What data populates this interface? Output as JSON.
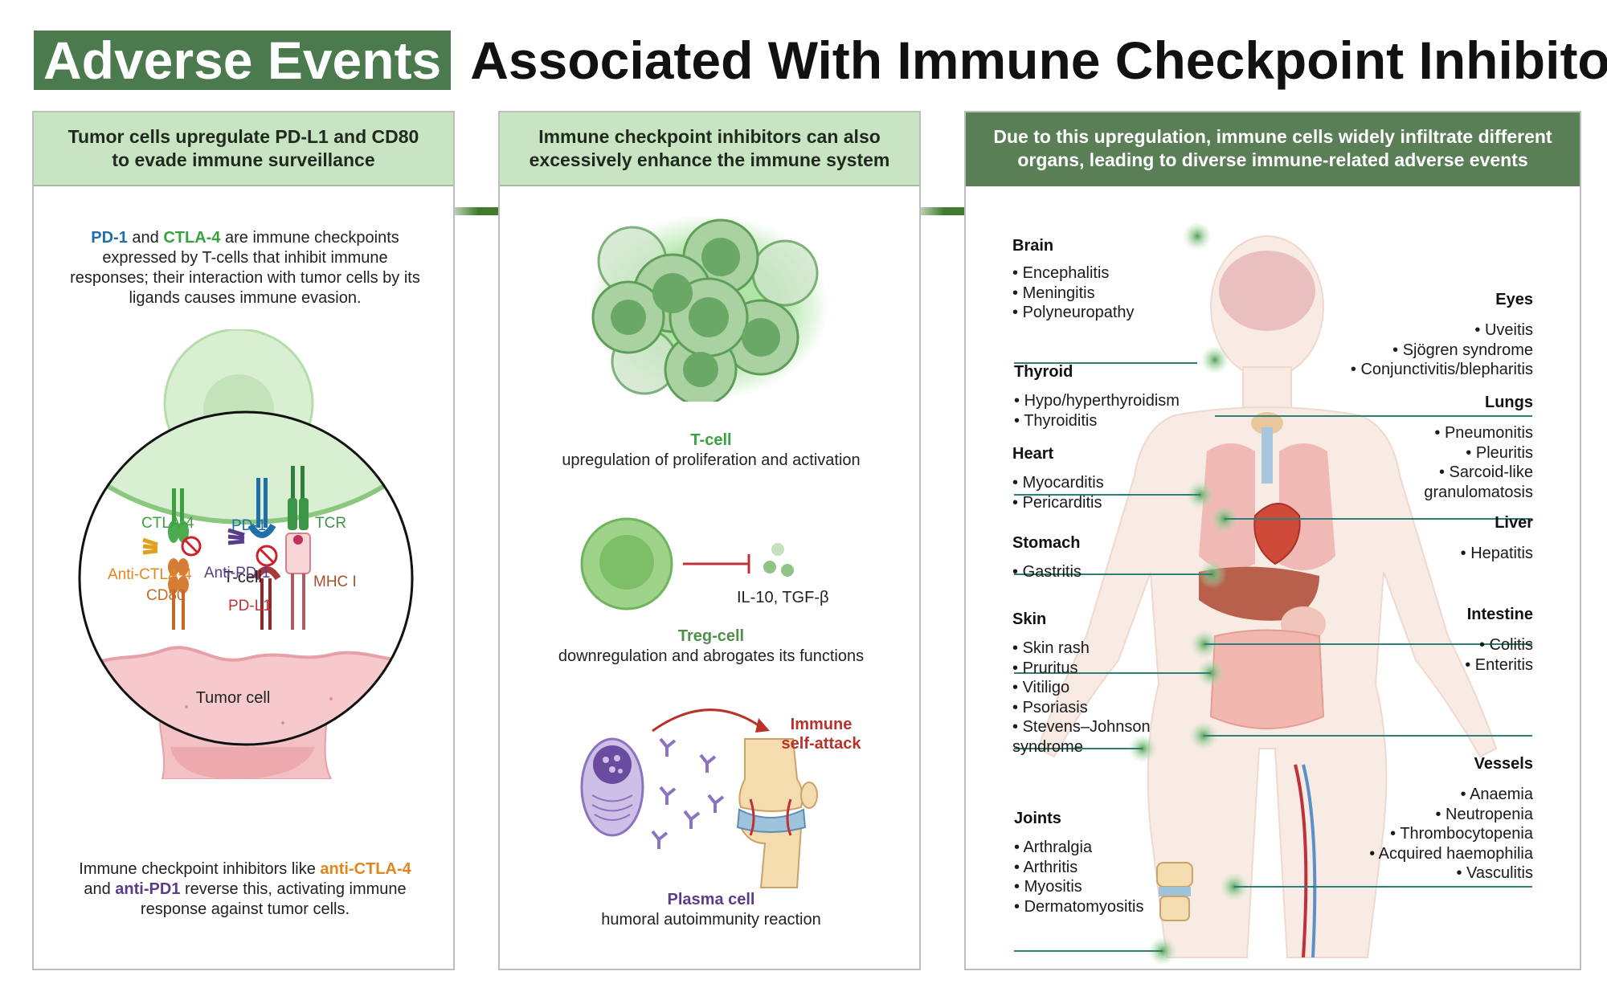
{
  "title": {
    "highlight": "Adverse Events",
    "rest": "Associated With Immune Checkpoint Inhibitors"
  },
  "colors": {
    "title_bg": "#4a7a4e",
    "header_light": "#c9e4c2",
    "header_dark": "#5a7f56",
    "arrow": "#3f7a2e",
    "pd1": "#1f6fa8",
    "ctla4": "#3aa040",
    "anti": "#e0861c",
    "antipd1": "#5a3d8a",
    "immune_attack": "#b8322a"
  },
  "panel1": {
    "header": "Tumor cells upregulate PD-L1 and CD80\nto evade immune surveillance",
    "intro": {
      "pd1": "PD-1",
      "and": " and ",
      "ctla4": "CTLA-4",
      "rest": " are immune checkpoints expressed by T-cells that inhibit immune responses; their interaction with tumor cells by its ligands causes immune evasion."
    },
    "labels": {
      "tcell": "T-cell",
      "ctla4": "CTLA-4",
      "pd1": "PD-1",
      "tcr": "TCR",
      "anti_ctla4": "Anti-CTLA-4",
      "anti_pd1": "Anti-PD-1",
      "mhc": "MHC I",
      "cd80": "CD80",
      "pdl1": "PD-L1",
      "tumor": "Tumor cell"
    },
    "outro": {
      "a": "Immune checkpoint inhibitors like ",
      "anti_ctla4": "anti-CTLA-4",
      "b": " and ",
      "anti_pd1": "anti-PD1",
      "c": " reverse this, activating immune response against tumor cells."
    }
  },
  "panel2": {
    "header": "Immune checkpoint inhibitors can also\nexcessively enhance the immune system",
    "tcell_title": "T-cell",
    "tcell_desc": "upregulation of proliferation and activation",
    "cytokines": "IL-10, TGF-β",
    "treg_title": "Treg-cell",
    "treg_desc": "downregulation and abrogates its functions",
    "attack_label": "Immune\nself-attack",
    "plasma_title": "Plasma cell",
    "plasma_desc": "humoral autoimmunity reaction"
  },
  "panel3": {
    "header": "Due to this upregulation, immune cells widely infiltrate different\norgans, leading to diverse immune-related adverse events",
    "organs_left": [
      {
        "name": "Brain",
        "items": [
          "Encephalitis",
          "Meningitis",
          "Polyneuropathy"
        ]
      },
      {
        "name": "Thyroid",
        "items": [
          "Hypo/hyperthyroidism",
          "Thyroiditis"
        ]
      },
      {
        "name": "Heart",
        "items": [
          "Myocarditis",
          "Pericarditis"
        ]
      },
      {
        "name": "Stomach",
        "items": [
          "Gastritis"
        ]
      },
      {
        "name": "Skin",
        "items": [
          "Skin rash",
          "Pruritus",
          "Vitiligo",
          "Psoriasis",
          "Stevens–Johnson syndrome"
        ]
      },
      {
        "name": "Joints",
        "items": [
          "Arthralgia",
          "Arthritis",
          "Myositis",
          "Dermatomyositis"
        ]
      }
    ],
    "organs_right": [
      {
        "name": "Eyes",
        "items": [
          "Uveitis",
          "Sjögren syndrome",
          "Conjunctivitis/blepharitis"
        ]
      },
      {
        "name": "Lungs",
        "items": [
          "Pneumonitis",
          "Pleuritis",
          "Sarcoid-like granulomatosis"
        ]
      },
      {
        "name": "Liver",
        "items": [
          "Hepatitis"
        ]
      },
      {
        "name": "Intestine",
        "items": [
          "Colitis",
          "Enteritis"
        ]
      },
      {
        "name": "Vessels",
        "items": [
          "Anaemia",
          "Neutropenia",
          "Thrombocytopenia",
          "Acquired haemophilia",
          "Vasculitis"
        ]
      }
    ]
  }
}
